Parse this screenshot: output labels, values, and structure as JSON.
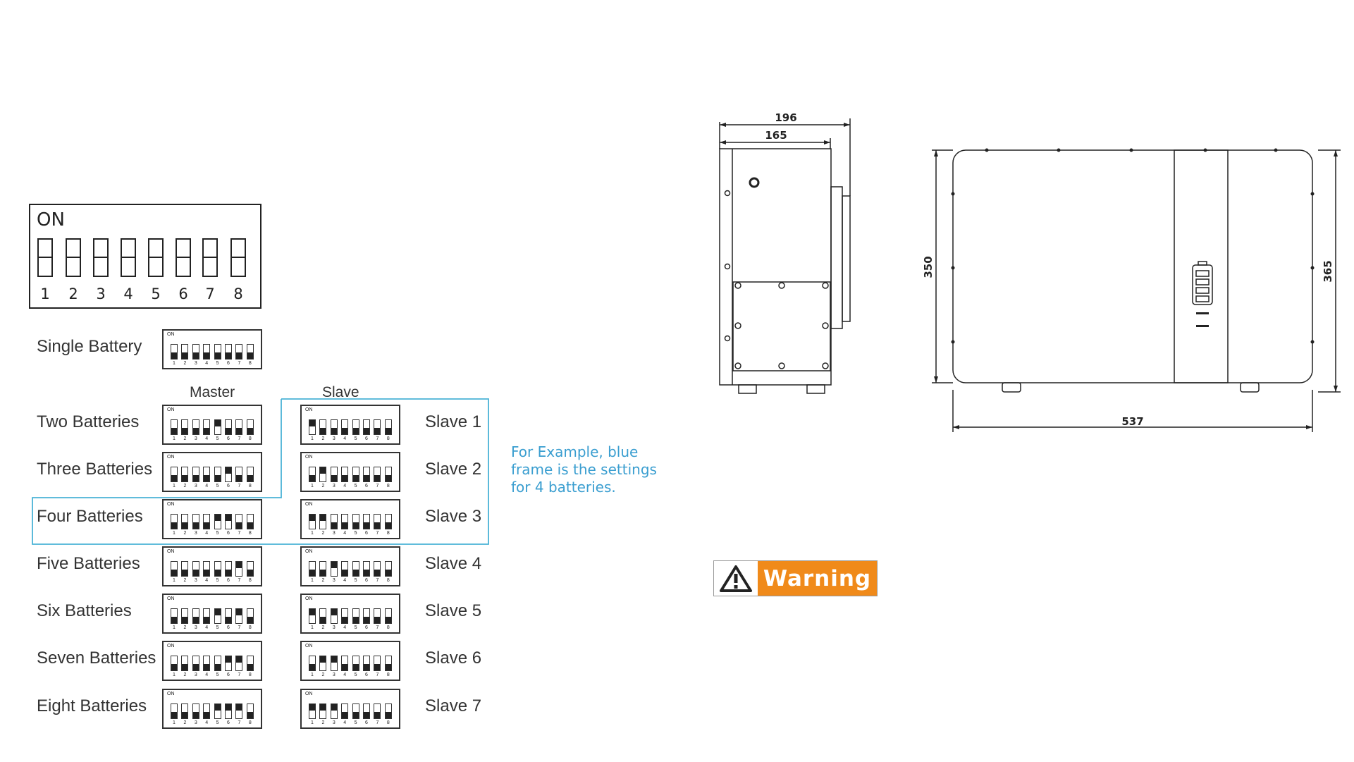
{
  "dip_switch": {
    "on_label": "ON",
    "numbers": [
      "1",
      "2",
      "3",
      "4",
      "5",
      "6",
      "7",
      "8"
    ]
  },
  "dip_small": {
    "on_label": "ON",
    "numbers": [
      "1",
      "2",
      "3",
      "4",
      "5",
      "6",
      "7",
      "8"
    ]
  },
  "single": {
    "label": "Single Battery",
    "switches": [
      0,
      0,
      0,
      0,
      0,
      0,
      0,
      0
    ]
  },
  "headers": {
    "master": "Master",
    "slave": "Slave"
  },
  "rows": [
    {
      "label": "Two Batteries",
      "master": [
        0,
        0,
        0,
        0,
        1,
        0,
        0,
        0
      ],
      "slave_label": "Slave 1",
      "slave": [
        1,
        0,
        0,
        0,
        0,
        0,
        0,
        0
      ]
    },
    {
      "label": "Three Batteries",
      "master": [
        0,
        0,
        0,
        0,
        0,
        1,
        0,
        0
      ],
      "slave_label": "Slave 2",
      "slave": [
        0,
        1,
        0,
        0,
        0,
        0,
        0,
        0
      ]
    },
    {
      "label": "Four Batteries",
      "master": [
        0,
        0,
        0,
        0,
        1,
        1,
        0,
        0
      ],
      "slave_label": "Slave 3",
      "slave": [
        1,
        1,
        0,
        0,
        0,
        0,
        0,
        0
      ]
    },
    {
      "label": "Five Batteries",
      "master": [
        0,
        0,
        0,
        0,
        0,
        0,
        1,
        0
      ],
      "slave_label": "Slave 4",
      "slave": [
        0,
        0,
        1,
        0,
        0,
        0,
        0,
        0
      ]
    },
    {
      "label": "Six Batteries",
      "master": [
        0,
        0,
        0,
        0,
        1,
        0,
        1,
        0
      ],
      "slave_label": "Slave 5",
      "slave": [
        1,
        0,
        1,
        0,
        0,
        0,
        0,
        0
      ]
    },
    {
      "label": "Seven Batteries",
      "master": [
        0,
        0,
        0,
        0,
        0,
        1,
        1,
        0
      ],
      "slave_label": "Slave 6",
      "slave": [
        0,
        1,
        1,
        0,
        0,
        0,
        0,
        0
      ]
    },
    {
      "label": "Eight Batteries",
      "master": [
        0,
        0,
        0,
        0,
        1,
        1,
        1,
        0
      ],
      "slave_label": "Slave 7",
      "slave": [
        1,
        1,
        1,
        0,
        0,
        0,
        0,
        0
      ]
    }
  ],
  "example_note": "For Example, blue frame is the settings for 4 batteries.",
  "dimensions": {
    "side_outer": "196",
    "side_inner": "165",
    "front_width": "537",
    "front_height": "350",
    "front_height_total": "365"
  },
  "warning": {
    "label": "Warning",
    "color": "#f08a1a"
  },
  "highlight_color": "#4ab3d6"
}
